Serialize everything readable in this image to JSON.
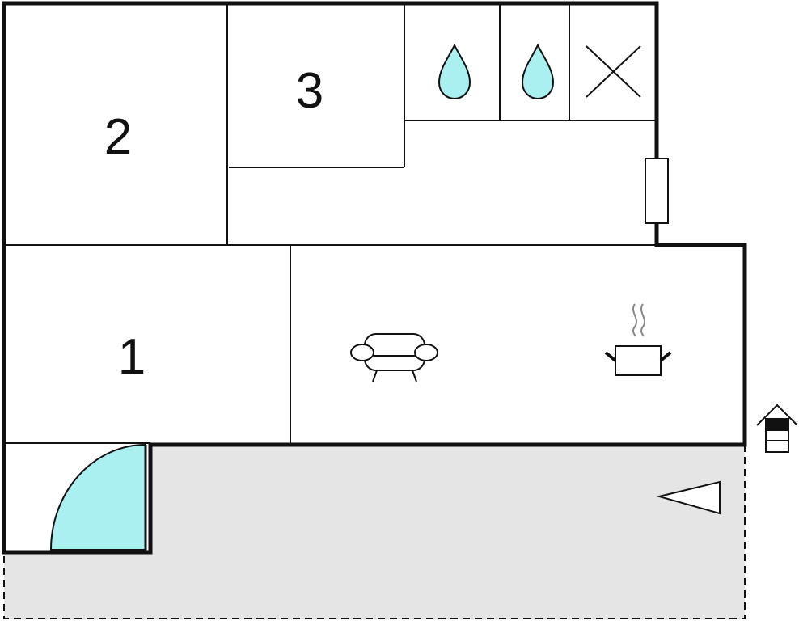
{
  "rooms": [
    {
      "label": "1"
    },
    {
      "label": "2"
    },
    {
      "label": "3"
    }
  ],
  "icons": {
    "water_1": "water-drop-icon",
    "water_2": "water-drop-icon",
    "x_mark": "x-mark-icon",
    "radiator": "radiator-icon",
    "sofa": "sofa-icon",
    "cooking_pot": "cooking-pot-icon",
    "door_arc": "door-swing-icon",
    "direction_arrow": "direction-triangle-icon",
    "house": "house-floor-icon"
  },
  "colors": {
    "wall": "#111111",
    "water": "#aaf0f0",
    "terrace": "#e5e5e5",
    "background": "#ffffff"
  }
}
